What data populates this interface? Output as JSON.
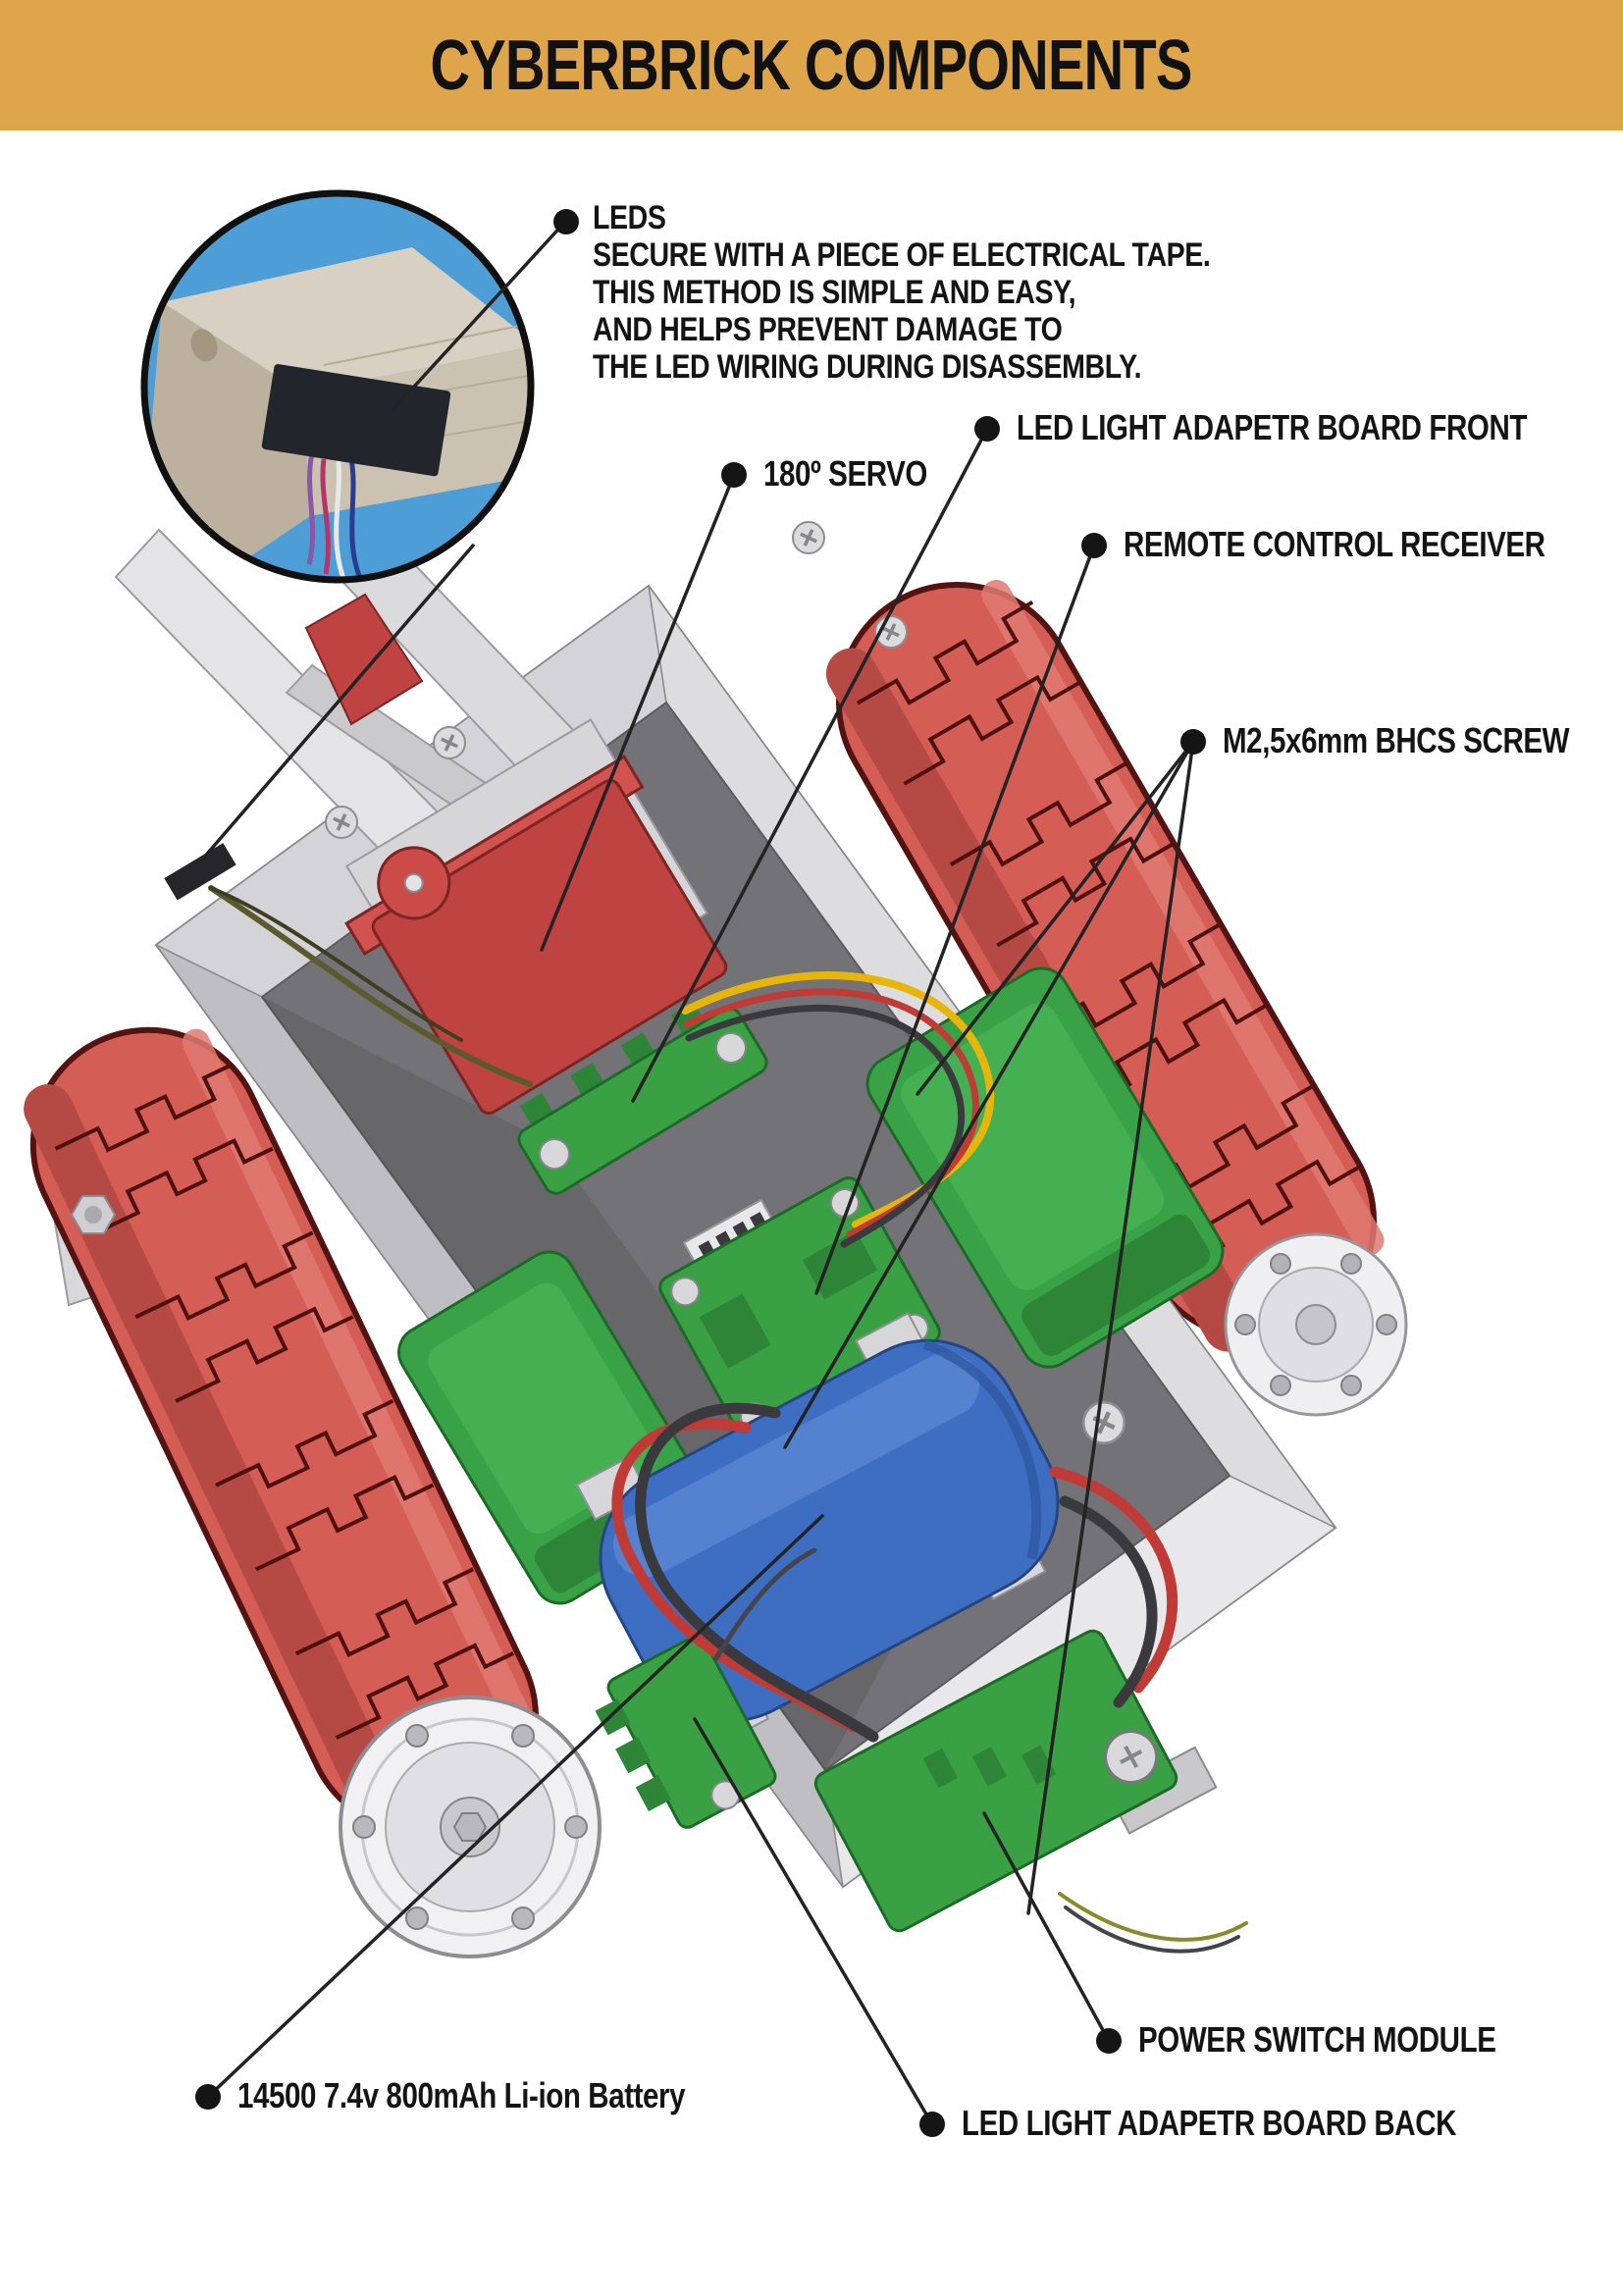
{
  "header": {
    "title": "CYBERBRICK COMPONENTS",
    "background_color": "#DFA54A",
    "text_color": "#111111"
  },
  "labels": {
    "leds": {
      "title": "LEDS",
      "line1": "SECURE WITH A PIECE OF ELECTRICAL TAPE.",
      "line2": "THIS METHOD IS SIMPLE AND EASY,",
      "line3": "AND HELPS PREVENT DAMAGE TO",
      "line4": "THE LED WIRING DURING DISASSEMBLY."
    },
    "servo": "180º SERVO",
    "led_adapter_front": "LED LIGHT ADAPETR BOARD FRONT",
    "remote_receiver": "REMOTE CONTROL RECEIVER",
    "bhcs_screw": "M2,5x6mm BHCS SCREW",
    "power_switch": "POWER SWITCH MODULE",
    "led_adapter_back": "LED LIGHT ADAPETR BOARD BACK",
    "battery": "14500 7.4v 800mAh Li-ion Battery"
  },
  "illustration": {
    "type": "3d-render-diagram",
    "subject": "CyberBrick tracked robot chassis opened from top with labeled components",
    "inset_photo": "close-up of LED wires secured with black electrical tape under 3D printed edge",
    "colors": {
      "track_red": "#D45D56",
      "servo_red": "#BF4340",
      "board_green": "#39A044",
      "battery_blue": "#3E6EC2",
      "chassis_gray": "#D9D9DC",
      "inset_blue": "#4D9ED6",
      "tape_black": "#22262C",
      "leader_line": "#232323"
    }
  }
}
